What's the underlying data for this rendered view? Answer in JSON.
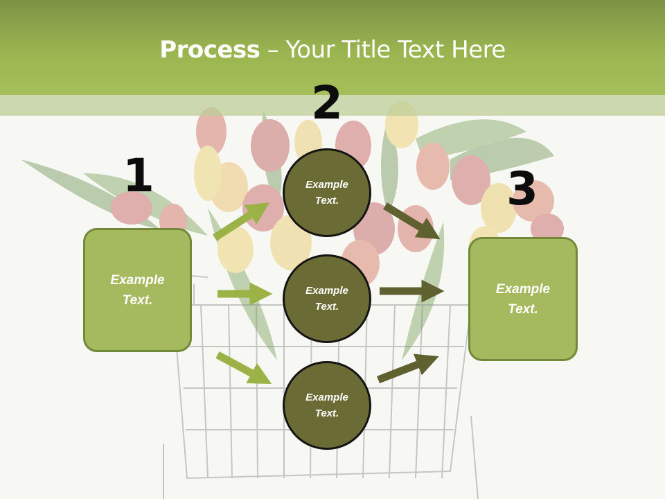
{
  "title": {
    "bold": "Process",
    "rest": " – Your Title Text Here"
  },
  "steps": [
    {
      "number": "1",
      "text": "Example\nText."
    },
    {
      "number": "2",
      "text": "Example\nText."
    },
    {
      "number": "3",
      "text": "Example\nText."
    }
  ],
  "circles": [
    {
      "text": "Example\nText."
    },
    {
      "text": "Example\nText."
    },
    {
      "text": "Example\nText."
    }
  ],
  "colors": {
    "header": "#9ab550",
    "box_fill": "#a5b95f",
    "box_border": "#72893a",
    "circle_fill": "#6b6c35",
    "arrow_light": "#9bb246",
    "arrow_dark": "#5f6131"
  },
  "background_image": "tulips-in-shopping-cart"
}
